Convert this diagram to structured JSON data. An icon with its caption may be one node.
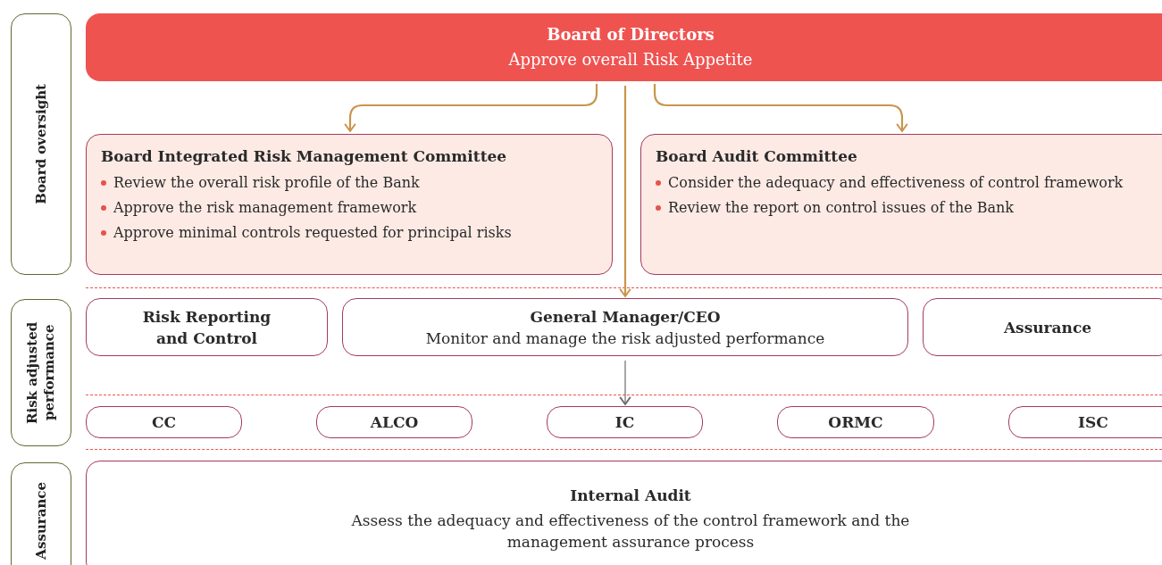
{
  "diagram": {
    "nodes": [
      {
        "text": [
          "Board oversight"
        ]
      },
      {
        "text": [
          "Risk adjusted performance"
        ]
      },
      {
        "text": [
          "Assurance"
        ]
      },
      {
        "text": [
          "Board of Directors",
          "Approve overall Risk Appetite"
        ]
      },
      {
        "text": [
          "Board Integrated Risk Management Committee",
          "Review the overall risk profile of the Bank",
          "Approve the risk management framework",
          "Approve minimal controls requested for principal risks"
        ]
      },
      {
        "text": [
          "Board Audit Committee",
          "Consider the adequacy and effectiveness of control framework",
          "Review the report on control issues of the Bank"
        ]
      },
      {
        "text": [
          "Risk Reporting and Control"
        ]
      },
      {
        "text": [
          "General Manager/CEO",
          "Monitor and manage the risk adjusted performance"
        ]
      },
      {
        "text": [
          "Assurance"
        ]
      },
      {
        "text": [
          "CC"
        ]
      },
      {
        "text": [
          "ALCO"
        ]
      },
      {
        "text": [
          "IC"
        ]
      },
      {
        "text": [
          "ORMC"
        ]
      },
      {
        "text": [
          "ISC"
        ]
      },
      {
        "text": [
          "Internal Audit",
          "Assess the adequacy and effectiveness of the control framework and the management assurance process"
        ]
      }
    ],
    "edges": [
      {
        "from": 3,
        "to": 4,
        "arrow": "to"
      },
      {
        "from": 3,
        "to": 7,
        "arrow": "to"
      },
      {
        "from": 3,
        "to": 5,
        "arrow": "to"
      },
      {
        "from": 7,
        "to": 11,
        "arrow": "to",
        "color": "#6b6b6b"
      }
    ]
  }
}
